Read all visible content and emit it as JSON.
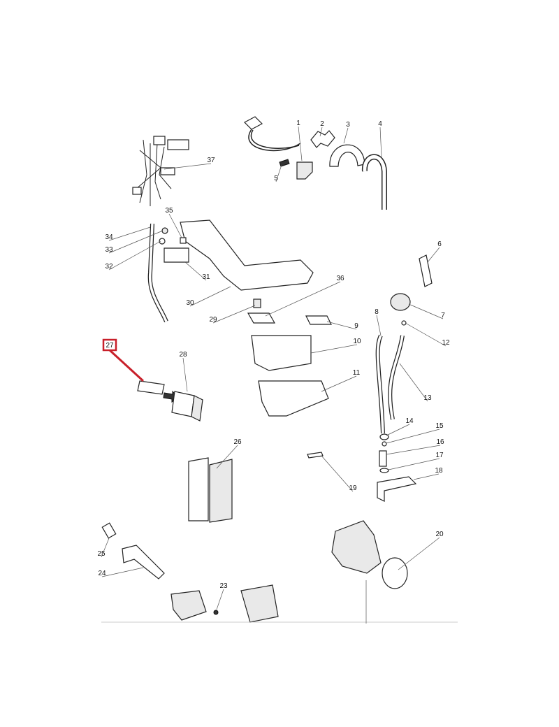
{
  "diagram": {
    "highlight_color": "#c8202a",
    "highlighted_part": "27",
    "part_numbers": [
      "1",
      "2",
      "3",
      "4",
      "5",
      "6",
      "7",
      "8",
      "9",
      "10",
      "11",
      "12",
      "13",
      "14",
      "15",
      "16",
      "17",
      "18",
      "19",
      "20",
      "23",
      "24",
      "25",
      "26",
      "27",
      "28",
      "29",
      "30",
      "31",
      "32",
      "33",
      "34",
      "35",
      "36",
      "37"
    ]
  }
}
